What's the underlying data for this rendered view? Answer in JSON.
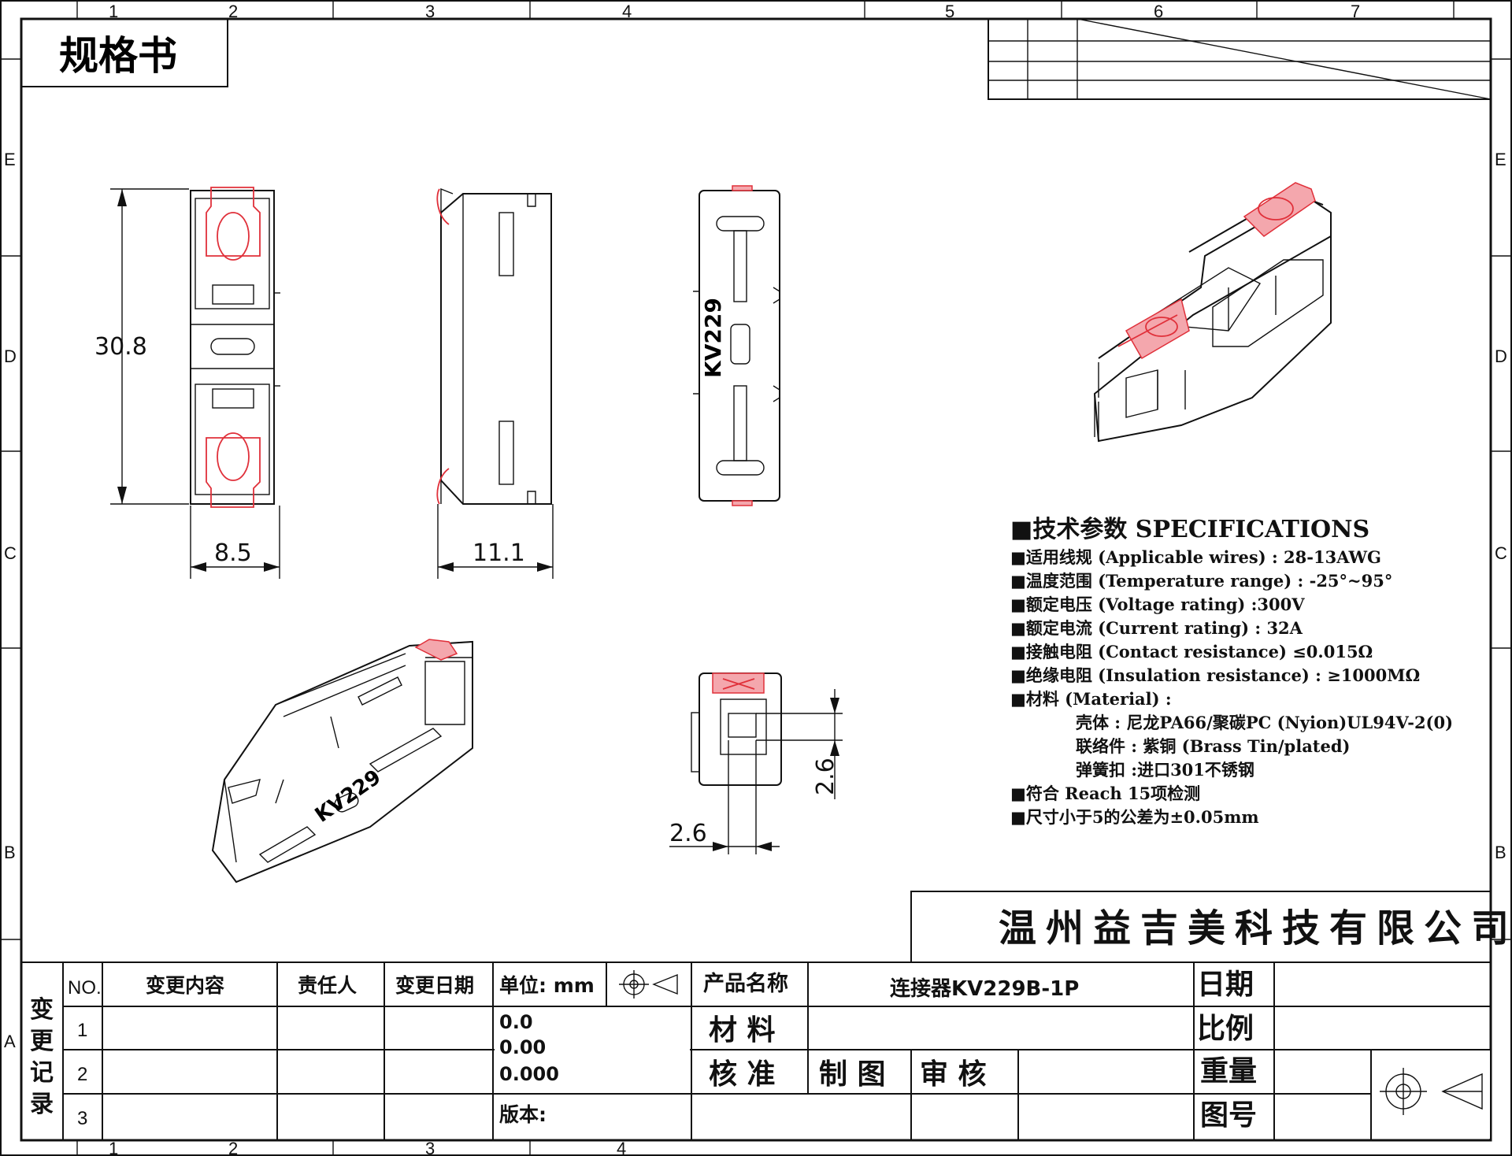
{
  "sheet": {
    "title": "规格书",
    "zone_columns_top": [
      "1",
      "2",
      "3",
      "4",
      "5",
      "6",
      "7"
    ],
    "zone_columns_bottom": [
      "1",
      "2",
      "3",
      "4"
    ],
    "zone_rows": [
      "E",
      "D",
      "C",
      "B",
      "A"
    ]
  },
  "dimensions": {
    "height": "30.8",
    "width_front": "8.5",
    "width_side": "11.1",
    "hole_v": "2.6",
    "hole_h": "2.6"
  },
  "part_marking": "KV229",
  "specs": {
    "heading": "■技术参数  SPECIFICATIONS",
    "lines": [
      "■适用线规 (Applicable wires)  : 28-13AWG",
      "■温度范围 (Temperature range) : -25°~95°",
      "■额定电压 (Voltage rating) :300V",
      "■额定电流 (Current rating) : 32A",
      "■接触电阻 (Contact resistance) ≤0.015Ω",
      "■绝缘电阻 (Insulation resistance) : ≥1000MΩ",
      "■材料 (Material) :",
      "壳体  : 尼龙PA66/聚碳PC (Nyion)UL94V-2(0)",
      "联络件 : 紫铜 (Brass  Tin/plated)",
      "弹簧扣 :进口301不锈钢",
      "■符合 Reach  15项检测",
      "■尺寸小于5的公差为±0.05mm"
    ]
  },
  "company": "温州益吉美科技有限公司",
  "title_block": {
    "change_record": "变更记录",
    "col_no": "NO.",
    "col_content": "变更内容",
    "col_person": "责任人",
    "col_date": "变更日期",
    "rows": [
      "1",
      "2",
      "3"
    ],
    "unit": "单位: mm",
    "tolerances": [
      "0.0",
      "0.00",
      "0.000"
    ],
    "version": "版本:",
    "product_name_label": "产品名称",
    "product_name": "连接器KV229B-1P",
    "material": "材 料",
    "approve": "核 准",
    "drawn": "制 图",
    "review": "审 核",
    "date": "日期",
    "scale": "比例",
    "weight": "重量",
    "drawing_no": "图号"
  }
}
